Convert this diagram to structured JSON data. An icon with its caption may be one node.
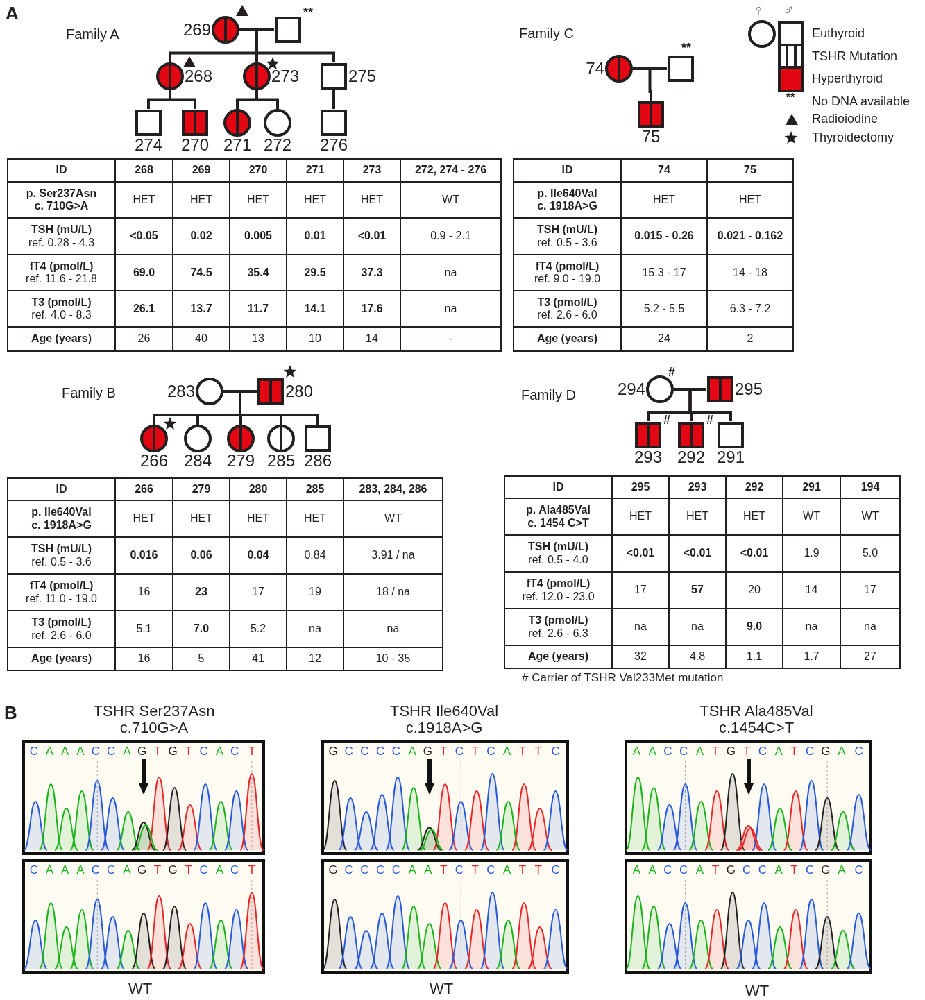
{
  "diagram": {
    "nodes": [
      {
        "text": [
          "269"
        ]
      },
      {
        "text": [],
        "shape": "box",
        "beside": [
          "**"
        ]
      },
      {
        "text": [
          "268"
        ]
      },
      {
        "text": [
          "273"
        ]
      },
      {
        "text": [
          "275"
        ]
      },
      {
        "text": [
          "274"
        ]
      },
      {
        "text": [
          "270"
        ]
      },
      {
        "text": [
          "271"
        ]
      },
      {
        "text": [
          "272"
        ]
      },
      {
        "text": [
          "276"
        ]
      },
      {
        "text": [
          "74"
        ]
      },
      {
        "text": [],
        "shape": "box",
        "beside": [
          "**"
        ]
      },
      {
        "text": [
          "75"
        ]
      },
      {
        "text": [
          "283"
        ]
      },
      {
        "text": [
          "280"
        ]
      },
      {
        "text": [
          "266"
        ]
      },
      {
        "text": [
          "284"
        ]
      },
      {
        "text": [
          "279"
        ]
      },
      {
        "text": [
          "285"
        ]
      },
      {
        "text": [
          "286"
        ]
      },
      {
        "text": [
          "294"
        ],
        "beside": [
          "#"
        ]
      },
      {
        "text": [
          "295"
        ]
      },
      {
        "text": [
          "293"
        ],
        "beside": [
          "#"
        ]
      },
      {
        "text": [
          "292"
        ],
        "beside": [
          "#"
        ]
      },
      {
        "text": [
          "291"
        ]
      }
    ],
    "edges": [
      {
        "from": 0,
        "to": 1,
        "arrow": "none"
      },
      {
        "from": 0,
        "to": 2,
        "arrow": "none"
      },
      {
        "from": 0,
        "to": 3,
        "arrow": "none"
      },
      {
        "from": 0,
        "to": 4,
        "arrow": "none"
      },
      {
        "from": 2,
        "to": 5,
        "arrow": "none"
      },
      {
        "from": 2,
        "to": 6,
        "arrow": "none"
      },
      {
        "from": 3,
        "to": 7,
        "arrow": "none"
      },
      {
        "from": 3,
        "to": 8,
        "arrow": "none"
      },
      {
        "from": 4,
        "to": 9,
        "arrow": "none"
      },
      {
        "from": 10,
        "to": 11,
        "arrow": "none"
      },
      {
        "from": 10,
        "to": 12,
        "arrow": "none"
      },
      {
        "from": 13,
        "to": 14,
        "arrow": "none"
      },
      {
        "from": 13,
        "to": 15,
        "arrow": "none"
      },
      {
        "from": 13,
        "to": 16,
        "arrow": "none"
      },
      {
        "from": 13,
        "to": 17,
        "arrow": "none"
      },
      {
        "from": 13,
        "to": 18,
        "arrow": "none"
      },
      {
        "from": 13,
        "to": 19,
        "arrow": "none"
      },
      {
        "from": 20,
        "to": 21,
        "arrow": "none"
      },
      {
        "from": 20,
        "to": 22,
        "arrow": "none"
      },
      {
        "from": 20,
        "to": 23,
        "arrow": "none"
      },
      {
        "from": 20,
        "to": 24,
        "arrow": "none"
      }
    ],
    "labels": [
      "A",
      "Family A",
      "Family C",
      "♀",
      "♂",
      "**",
      "ID",
      "268",
      "269",
      "270",
      "271",
      "273",
      "272, 274 - 276",
      "**p. Ser237Asn** c. 710G>A",
      "HET",
      "HET",
      "HET",
      "HET",
      "HET",
      "WT",
      "**TSH (mU/L)** ref. 0.28 - 4.3",
      "<0.05",
      "0.02",
      "0.005",
      "0.01",
      "<0.01",
      "0.9 - 2.1",
      "**fT4 (pmol/L)** ref. 11.6 - 21.8",
      "69.0",
      "74.5",
      "35.4",
      "29.5",
      "37.3",
      "na",
      "**T3 (pmol/L)** ref. 4.0 - 8.3",
      "26.1",
      "13.7",
      "11.7",
      "14.1",
      "17.6",
      "na",
      "Age (years)",
      "26",
      "40",
      "13",
      "10",
      "14",
      "-",
      "ID",
      "74",
      "75",
      "**p. Ile640Val** c. 1918A>G",
      "HET",
      "HET",
      "**TSH (mU/L)** ref. 0.5 - 3.6",
      "0.015 - 0.26",
      "0.021 - 0.162",
      "**fT4 (pmol/L)** ref. 9.0 - 19.0",
      "15.3 - 17",
      "14 - 18",
      "**T3 (pmol/L)** ref. 2.6 - 6.0",
      "5.2 - 5.5",
      "6.3 - 7.2",
      "Age (years)",
      "24",
      "2",
      "Family B",
      "Family D",
      "ID",
      "266",
      "279",
      "280",
      "285",
      "283, 284, 286",
      "**p. Ile640Val** c. 1918A>G",
      "HET",
      "HET",
      "HET",
      "HET",
      "WT",
      "**TSH (mU/L)** ref. 0.5 - 3.6",
      "0.016",
      "0.06",
      "0.04",
      "0.84",
      "3.91 / na",
      "**fT4 (pmol/L)** ref. 11.0 - 19.0",
      "16",
      "23",
      "17",
      "19",
      "18 / na",
      "**T3 (pmol/L)** ref. 2.6 - 6.0",
      "5.1",
      "7.0",
      "5.2",
      "na",
      "na",
      "Age (years)",
      "16",
      "5",
      "41",
      "12",
      "10 - 35",
      "ID",
      "295",
      "293",
      "292",
      "291",
      "194",
      "**p. Ala485Val** c. 1454 C>T",
      "HET",
      "HET",
      "HET",
      "WT",
      "WT",
      "**TSH (mU/L)** ref. 0.5 - 4.0",
      "<0.01",
      "<0.01",
      "<0.01",
      "1.9",
      "5.0",
      "**fT4 (pmol/L)** ref. 12.0 - 23.0",
      "17",
      "57",
      "20",
      "14",
      "17",
      "**T3 (pmol/L)** ref. 2.6 - 6.3",
      "na",
      "na",
      "9.0",
      "na",
      "na",
      "Age (years)",
      "32",
      "4.8",
      "1.1",
      "1.7",
      "27",
      "# Carrier of TSHR Val233Met mutation",
      "B",
      "TSHR Ser237Asn c.710G>A",
      "TSHR Ile640Val c.1918A>G",
      "TSHR Ala485Val c.1454C>T",
      "C A A A C C A G T G T C A C T",
      "G C C C C A G T C T C A T T C",
      "A A C C A T G T C A T C G A C",
      "C A A A C C A G T G T C A C T",
      "G C C C C A A T C T C A T T C",
      "A A C C A T G C C A T C G A C",
      "WT",
      "WT",
      "WT"
    ],
    "legend": [
      {
        "text": "Euthyroid"
      },
      {
        "text": "TSHR Mutation"
      },
      {
        "text": "Hyperthyroid",
        "color": "#e30613"
      },
      {
        "text": "No DNA available"
      },
      {
        "text": "Radioiodine"
      },
      {
        "text": "Thyroidectomy"
      }
    ]
  }
}
